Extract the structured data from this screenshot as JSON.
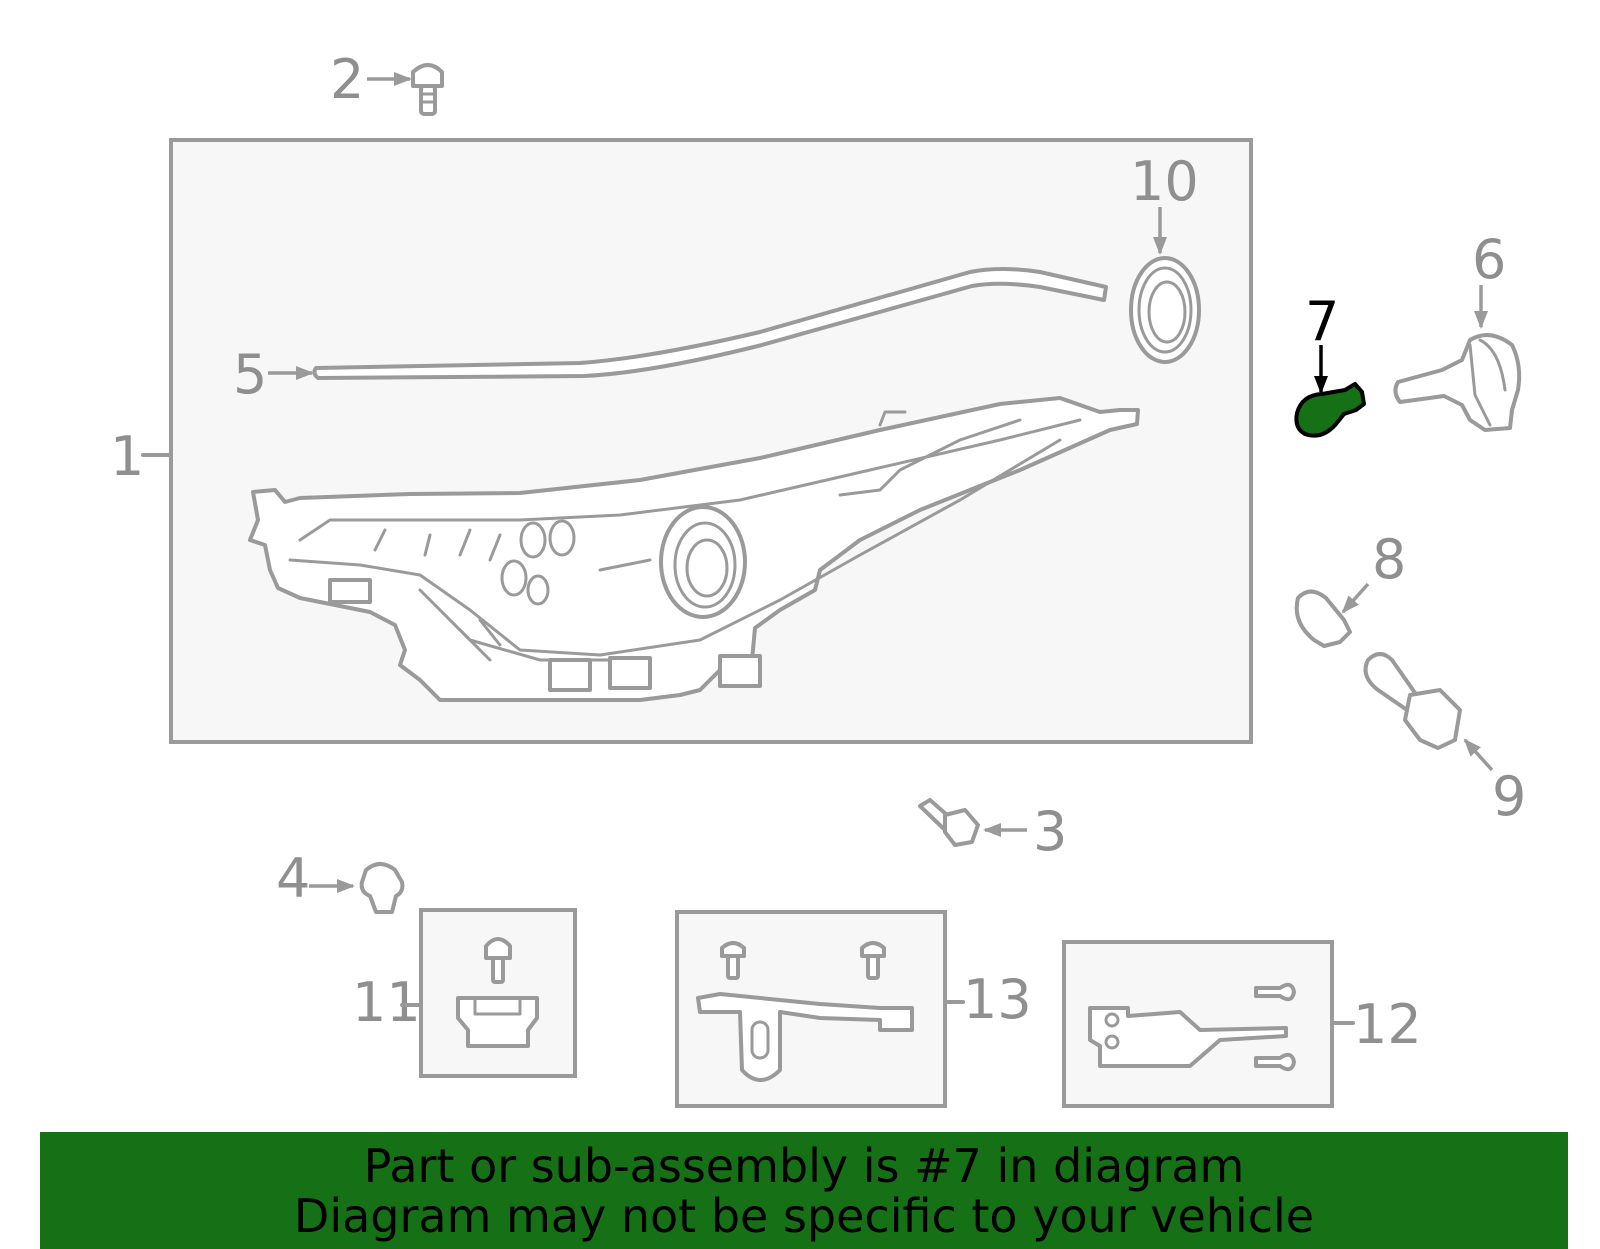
{
  "callouts": {
    "c1": "1",
    "c2": "2",
    "c3": "3",
    "c4": "4",
    "c5": "5",
    "c6": "6",
    "c7": "7",
    "c8": "8",
    "c9": "9",
    "c10": "10",
    "c11": "11",
    "c12": "12",
    "c13": "13"
  },
  "highlighted_part": "7",
  "colors": {
    "highlight": "#157016",
    "line": "#9a9a9a",
    "highlight_label": "#000000"
  },
  "banner": {
    "line1": "Part or sub-assembly is #7 in diagram",
    "line2": "Diagram may not be specific to your vehicle"
  }
}
